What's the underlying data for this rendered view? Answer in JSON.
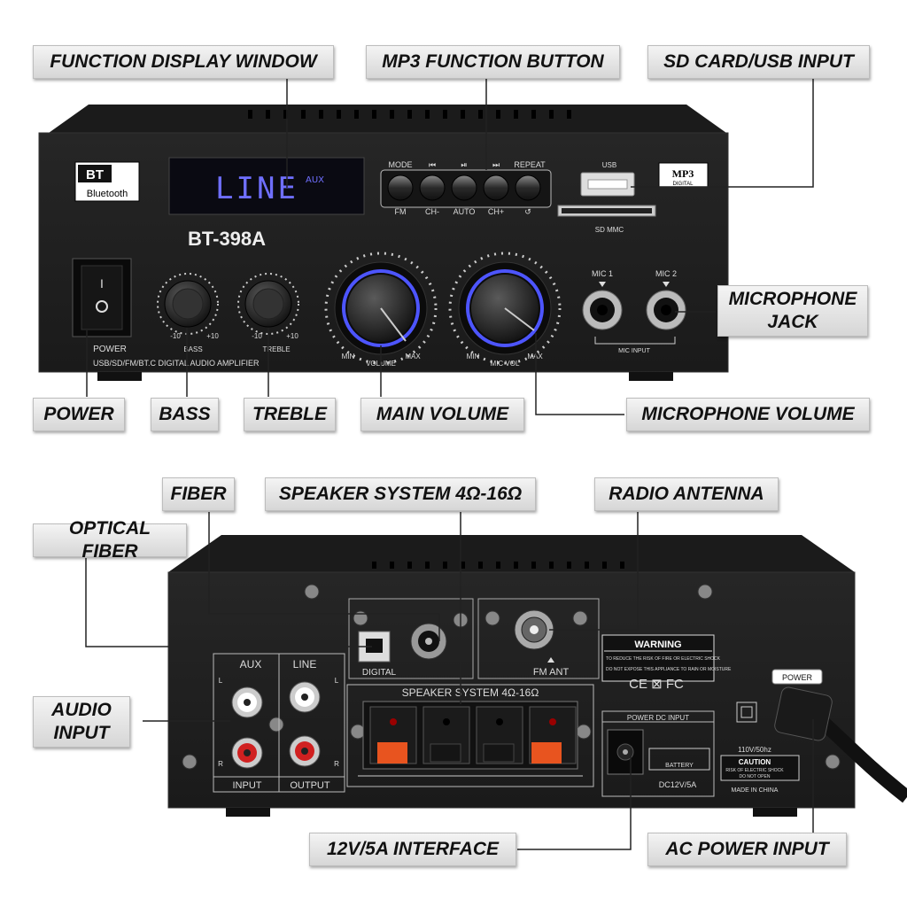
{
  "labels": {
    "function_display_window": "FUNCTION DISPLAY WINDOW",
    "mp3_function_button": "MP3 FUNCTION BUTTON",
    "sd_card_usb_input": "SD CARD/USB INPUT",
    "microphone_jack": "MICROPHONE\nJACK",
    "power": "POWER",
    "bass": "BASS",
    "treble": "TREBLE",
    "main_volume": "MAIN VOLUME",
    "microphone_volume": "MICROPHONE VOLUME",
    "fiber": "FIBER",
    "speaker_system": "SPEAKER SYSTEM 4Ω-16Ω",
    "radio_antenna": "RADIO ANTENNA",
    "optical_fiber": "OPTICAL FIBER",
    "audio_input": "AUDIO\nINPUT",
    "interface_12v": "12V/5A INTERFACE",
    "ac_power_input": "AC POWER INPUT"
  },
  "front": {
    "bt_logo": "BT",
    "bluetooth": "Bluetooth",
    "display_text": "LINE",
    "display_aux": "AUX",
    "model": "BT-398A",
    "buttons_top": [
      "MODE",
      "⏮",
      "⏯",
      "⏭",
      "REPEAT"
    ],
    "buttons_bottom": [
      "FM",
      "CH-",
      "AUTO",
      "CH+",
      "↺"
    ],
    "usb": "USB",
    "mp3": "MP3",
    "digital": "DIGITAL",
    "sd_mmc": "SD MMC",
    "mic1": "MIC 1",
    "mic2": "MIC 2",
    "mic_input": "MIC INPUT",
    "power": "POWER",
    "bass": "BASS",
    "treble": "TREBLE",
    "knob_min": "-10",
    "knob_max": "+10",
    "vol_min": "MIN",
    "vol_max": "MAX",
    "volume": "VOLUME",
    "mic_vol": "MIC VOL",
    "tagline": "USB/SD/FM/BT.C DIGITAL AUDIO AMPLIFIER"
  },
  "back": {
    "digital": "DIGITAL",
    "fm_ant": "FM ANT",
    "warning_title": "WARNING",
    "warning_text_1": "TO REDUCE THE RISK OF FIRE OR ELECTRIC SHOCK",
    "warning_text_2": "DO NOT EXPOSE THIS APPLIANCE TO RAIN OR MOISTURE",
    "aux": "AUX",
    "line": "LINE",
    "input": "INPUT",
    "output": "OUTPUT",
    "ch_l": "L",
    "ch_r": "R",
    "speaker_system": "SPEAKER SYSTEM 4Ω-16Ω",
    "certs": "CE ⊠ FC",
    "power_dc_input": "POWER DC INPUT",
    "battery": "BATTERY",
    "dc_spec": "DC12V/5A",
    "ac_spec": "110V/50hz",
    "caution": "CAUTION",
    "caution_text_1": "RISK OF ELECTRIC SHOCK",
    "caution_text_2": "DO NOT OPEN",
    "made_in": "MADE IN CHINA",
    "power_tag": "POWER"
  }
}
